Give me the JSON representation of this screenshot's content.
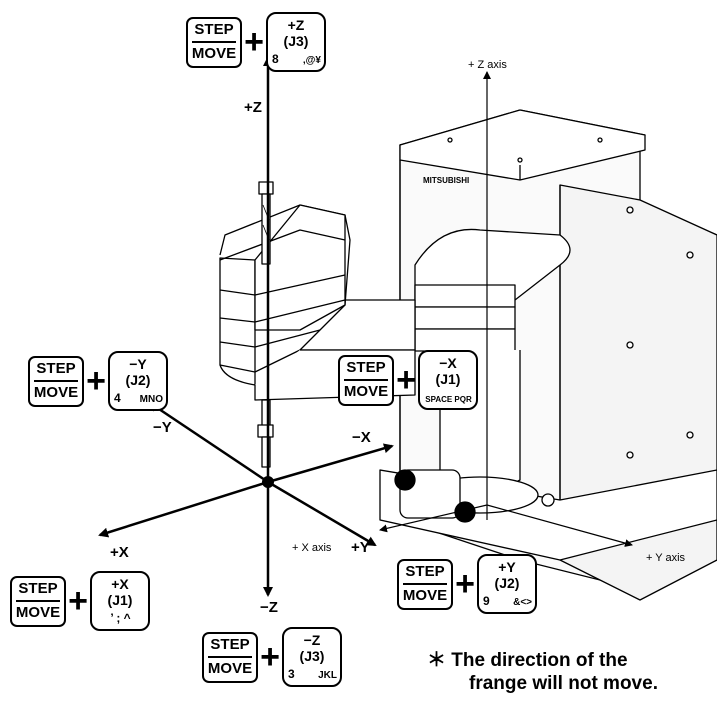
{
  "axis_labels": {
    "z_axis": "+ Z axis",
    "x_axis": "+ X axis",
    "y_axis": "+ Y axis",
    "brand": "MITSUBISHI"
  },
  "direction_labels": {
    "plus_z": "+Z",
    "minus_z": "−Z",
    "plus_x": "+X",
    "minus_x": "−X",
    "plus_y": "+Y",
    "minus_y": "−Y"
  },
  "combos": [
    {
      "id": "combo-plus-z",
      "step": "STEP",
      "move": "MOVE",
      "plus": "+",
      "dir": "+Z",
      "joint": "(J3)",
      "num": "8",
      "chars": ",@¥"
    },
    {
      "id": "combo-minus-y",
      "step": "STEP",
      "move": "MOVE",
      "plus": "+",
      "dir": "−Y",
      "joint": "(J2)",
      "num": "4",
      "chars": "MNO"
    },
    {
      "id": "combo-minus-x",
      "step": "STEP",
      "move": "MOVE",
      "plus": "+",
      "dir": "−X",
      "joint": "(J1)",
      "num": "",
      "chars": "SPACE PQR"
    },
    {
      "id": "combo-plus-x",
      "step": "STEP",
      "move": "MOVE",
      "plus": "+",
      "dir": "+X",
      "joint": "(J1)",
      "num": "",
      "chars": "’ ; ^"
    },
    {
      "id": "combo-minus-z",
      "step": "STEP",
      "move": "MOVE",
      "plus": "+",
      "dir": "−Z",
      "joint": "(J3)",
      "num": "3",
      "chars": "JKL"
    },
    {
      "id": "combo-plus-y",
      "step": "STEP",
      "move": "MOVE",
      "plus": "+",
      "dir": "+Y",
      "joint": "(J2)",
      "num": "9",
      "chars": "&<>"
    }
  ],
  "note": {
    "line1": "＊ The direction of the",
    "line2": "frange will not move."
  }
}
